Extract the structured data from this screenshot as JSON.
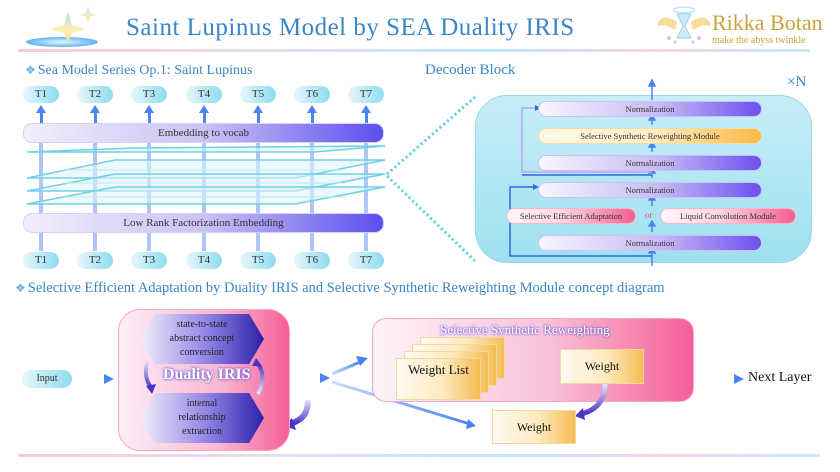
{
  "header": {
    "title": "Saint Lupinus Model by SEA Duality IRIS",
    "logo_name": "Rikka Botan",
    "logo_tagline": "make the abyss twinkle"
  },
  "model_section": {
    "title": "Sea Model Series Op.1: Saint Lupinus",
    "output_tokens": [
      "T1",
      "T2",
      "T3",
      "T4",
      "T5",
      "T6",
      "T7"
    ],
    "top_bar_label": "Embedding to vocab",
    "bottom_bar_label": "Low Rank Factorization Embedding",
    "input_tokens": [
      "T1",
      "T2",
      "T3",
      "T4",
      "T5",
      "T6",
      "T7"
    ]
  },
  "decoder_section": {
    "title": "Decoder Block",
    "repeat_label": "×N",
    "layers": {
      "norm_top": "Normalization",
      "ssrm": "Selective Synthetic Reweighting Module",
      "norm_mid": "Normalization",
      "norm_lower": "Normalization",
      "sea": "Selective Efficient Adaptation",
      "or": "or",
      "lcm": "Liquid Convolution Module",
      "norm_bottom": "Normalization"
    }
  },
  "concept_section": {
    "title": "Selective Efficient Adaptation by Duality IRIS and Selective Synthetic Reweighting Module concept diagram",
    "input_label": "Input",
    "iris": {
      "top_hex": [
        "state-to-state",
        "abstract concept",
        "conversion"
      ],
      "label": "Duality IRIS",
      "bottom_hex": [
        "internal",
        "relationship",
        "extraction"
      ]
    },
    "ssr": {
      "title": "Selective Synthetic Reweighting",
      "weight_list_label": "Weight List",
      "weight_label": "Weight"
    },
    "output_weight_label": "Weight",
    "next_layer_label": "Next Layer"
  }
}
